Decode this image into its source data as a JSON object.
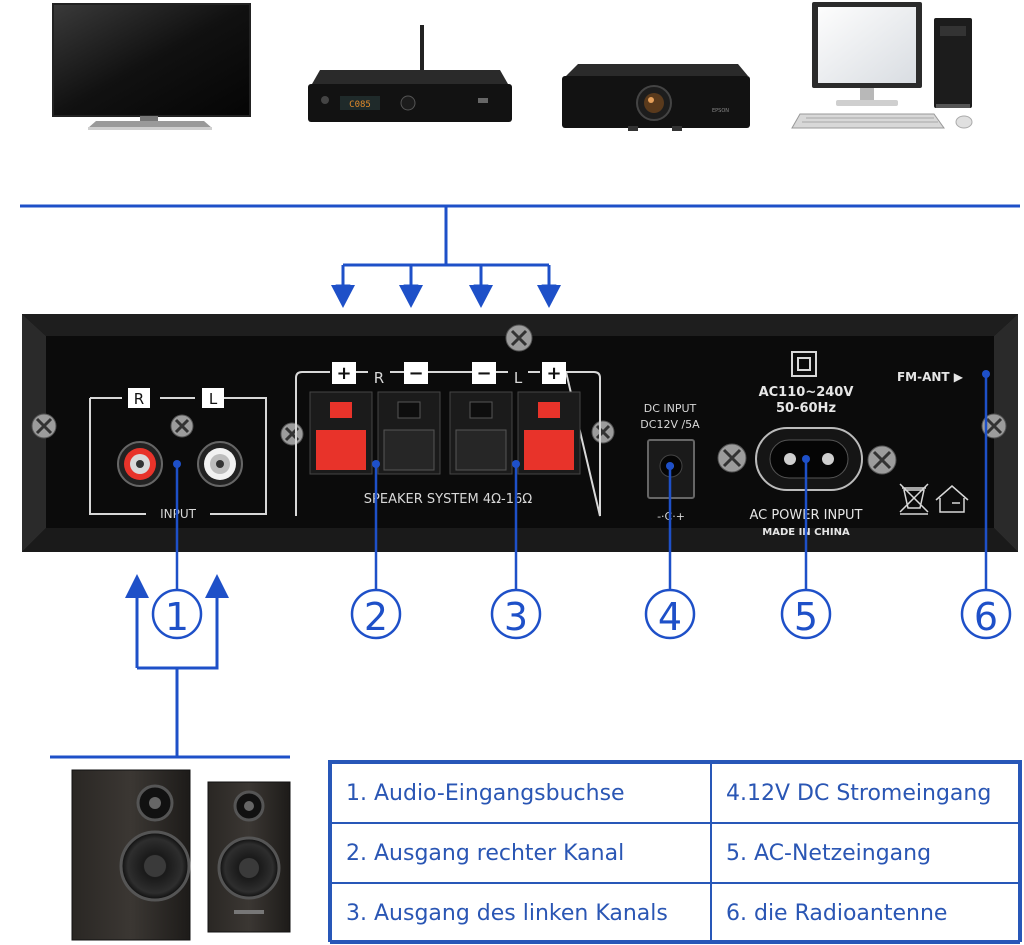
{
  "colors": {
    "accent_blue": "#1e50c8",
    "table_text": "#2a56b4",
    "panel_black": "#111111",
    "panel_border": "#3a3a3a",
    "connector_red": "#e8332a",
    "label_white": "#ffffff"
  },
  "devices": [
    {
      "name": "tv-icon"
    },
    {
      "name": "set-top-box-icon",
      "display": "C085"
    },
    {
      "name": "projector-icon",
      "brand": "EPSON"
    },
    {
      "name": "desktop-computer-icon"
    }
  ],
  "panel": {
    "rca_left_label": "R",
    "rca_right_label": "L",
    "input_label": "INPUT",
    "plus_sign": "+",
    "minus_sign": "−",
    "speaker_r_label": "R",
    "speaker_l_label": "L",
    "speaker_system": "SPEAKER SYSTEM 4Ω-16Ω",
    "dc_input_line1": "DC INPUT",
    "dc_input_line2": "DC12V /5A",
    "dc_polarity": "-·C·+",
    "ac_rating": "AC110~240V",
    "ac_frequency": "50-60Hz",
    "ac_power_input": "AC POWER INPUT",
    "made_in": "MADE IN CHINA",
    "fm_ant": "FM-ANT ▶"
  },
  "callouts": [
    "1",
    "2",
    "3",
    "4",
    "5",
    "6"
  ],
  "legend": {
    "rows": [
      {
        "left": "1. Audio-Eingangsbuchse",
        "right": "4.12V DC Stromeingang"
      },
      {
        "left": "2. Ausgang rechter Kanal",
        "right": "5. AC-Netzeingang"
      },
      {
        "left": "3. Ausgang des linken Kanals",
        "right": "6. die Radioantenne"
      }
    ]
  }
}
